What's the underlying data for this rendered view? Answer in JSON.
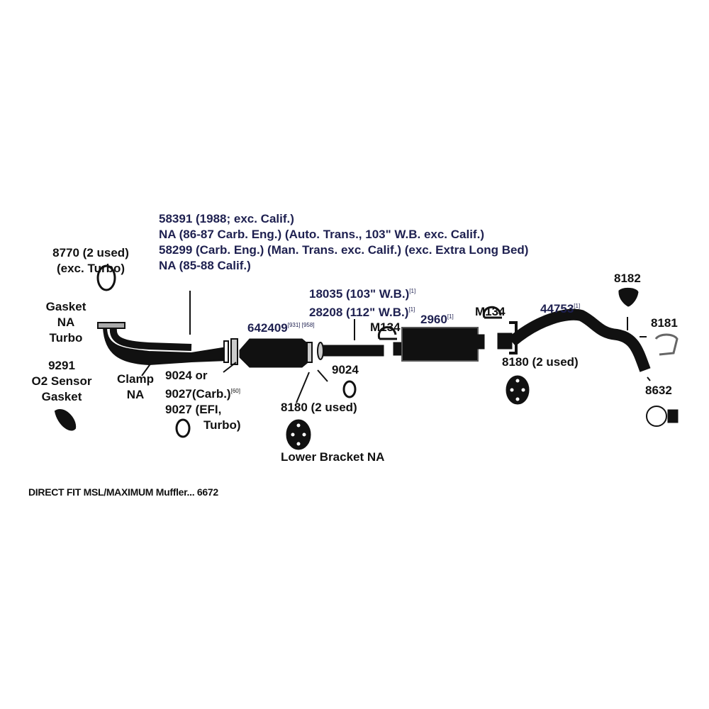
{
  "labels": {
    "gasket_8770": [
      "8770 (2 used)",
      "(exc. Turbo)"
    ],
    "front_pipe": [
      "58391 (1988; exc. Calif.)",
      "NA (86-87 Carb. Eng.) (Auto. Trans., 103\" W.B. exc. Calif.)",
      "58299 (Carb. Eng.) (Man. Trans. exc. Calif.) (exc. Extra Long Bed)",
      "NA (85-88 Calif.)"
    ],
    "intermediate_pipe": [
      {
        "text": "18035 (103\" W.B.)",
        "note": "[1]"
      },
      {
        "text": "28208 (112\" W.B.)",
        "note": "[1]"
      }
    ],
    "gasket_na_turbo": [
      "Gasket",
      "NA",
      "Turbo"
    ],
    "o2_gasket": [
      "9291",
      "O2 Sensor",
      "Gasket"
    ],
    "clamp_na": [
      "Clamp",
      "NA"
    ],
    "gasket_9024": [
      "9024 or",
      "9027(Carb.)",
      "9027 (EFI,",
      "Turbo)"
    ],
    "gasket_9024_note": "[60]",
    "converter": {
      "text": "642409",
      "notes": "[931] [958]"
    },
    "gasket_9024_right": "9024",
    "hanger_8180_left": "8180 (2 used)",
    "lower_bracket": "Lower Bracket NA",
    "clamp_m134_left": "M134",
    "clamp_m134_right": "M134",
    "muffler": {
      "text": "2960",
      "note": "[1]"
    },
    "tailpipe": {
      "text": "44753",
      "note": "[1]"
    },
    "hanger_8182": "8182",
    "hanger_8181": "8181",
    "hanger_8180_right": "8180 (2 used)",
    "clamp_8632": "8632"
  },
  "footer": "DIRECT FIT MSL/MAXIMUM Muffler... 6672",
  "colors": {
    "part_number": "#1e2050",
    "ink": "#111111"
  }
}
